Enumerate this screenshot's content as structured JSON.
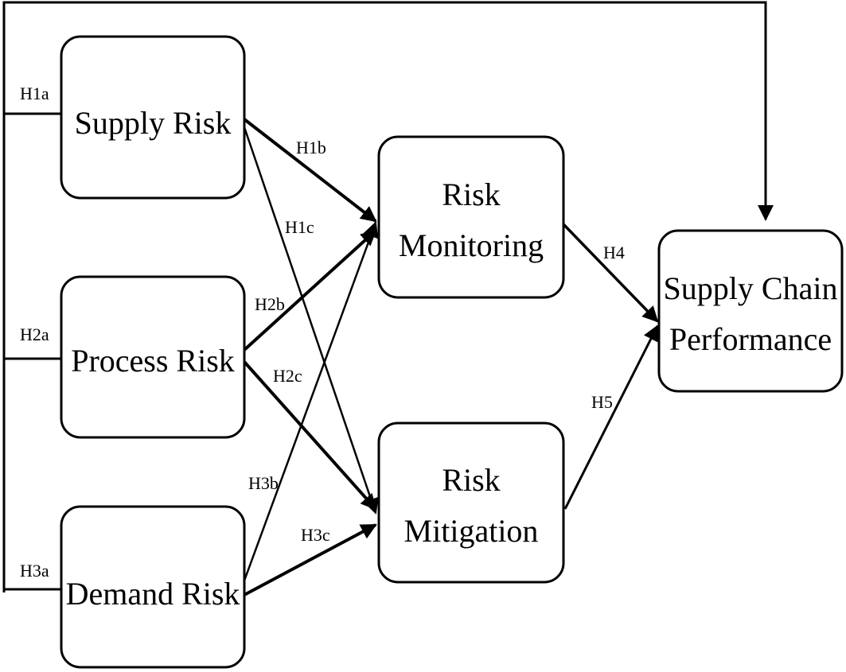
{
  "nodes": {
    "supply_risk": {
      "lines": [
        "Supply Risk"
      ]
    },
    "process_risk": {
      "lines": [
        "Process Risk"
      ]
    },
    "demand_risk": {
      "lines": [
        "Demand Risk"
      ]
    },
    "risk_monitoring": {
      "lines": [
        "Risk",
        "Monitoring"
      ]
    },
    "risk_mitigation": {
      "lines": [
        "Risk",
        "Mitigation"
      ]
    },
    "scp": {
      "lines": [
        "Supply Chain",
        "Performance"
      ]
    }
  },
  "edges": {
    "h1a": {
      "label": "H1a"
    },
    "h1b": {
      "label": "H1b"
    },
    "h1c": {
      "label": "H1c"
    },
    "h2a": {
      "label": "H2a"
    },
    "h2b": {
      "label": "H2b"
    },
    "h2c": {
      "label": "H2c"
    },
    "h3a": {
      "label": "H3a"
    },
    "h3b": {
      "label": "H3b"
    },
    "h3c": {
      "label": "H3c"
    },
    "h4": {
      "label": "H4"
    },
    "h5": {
      "label": "H5"
    }
  }
}
